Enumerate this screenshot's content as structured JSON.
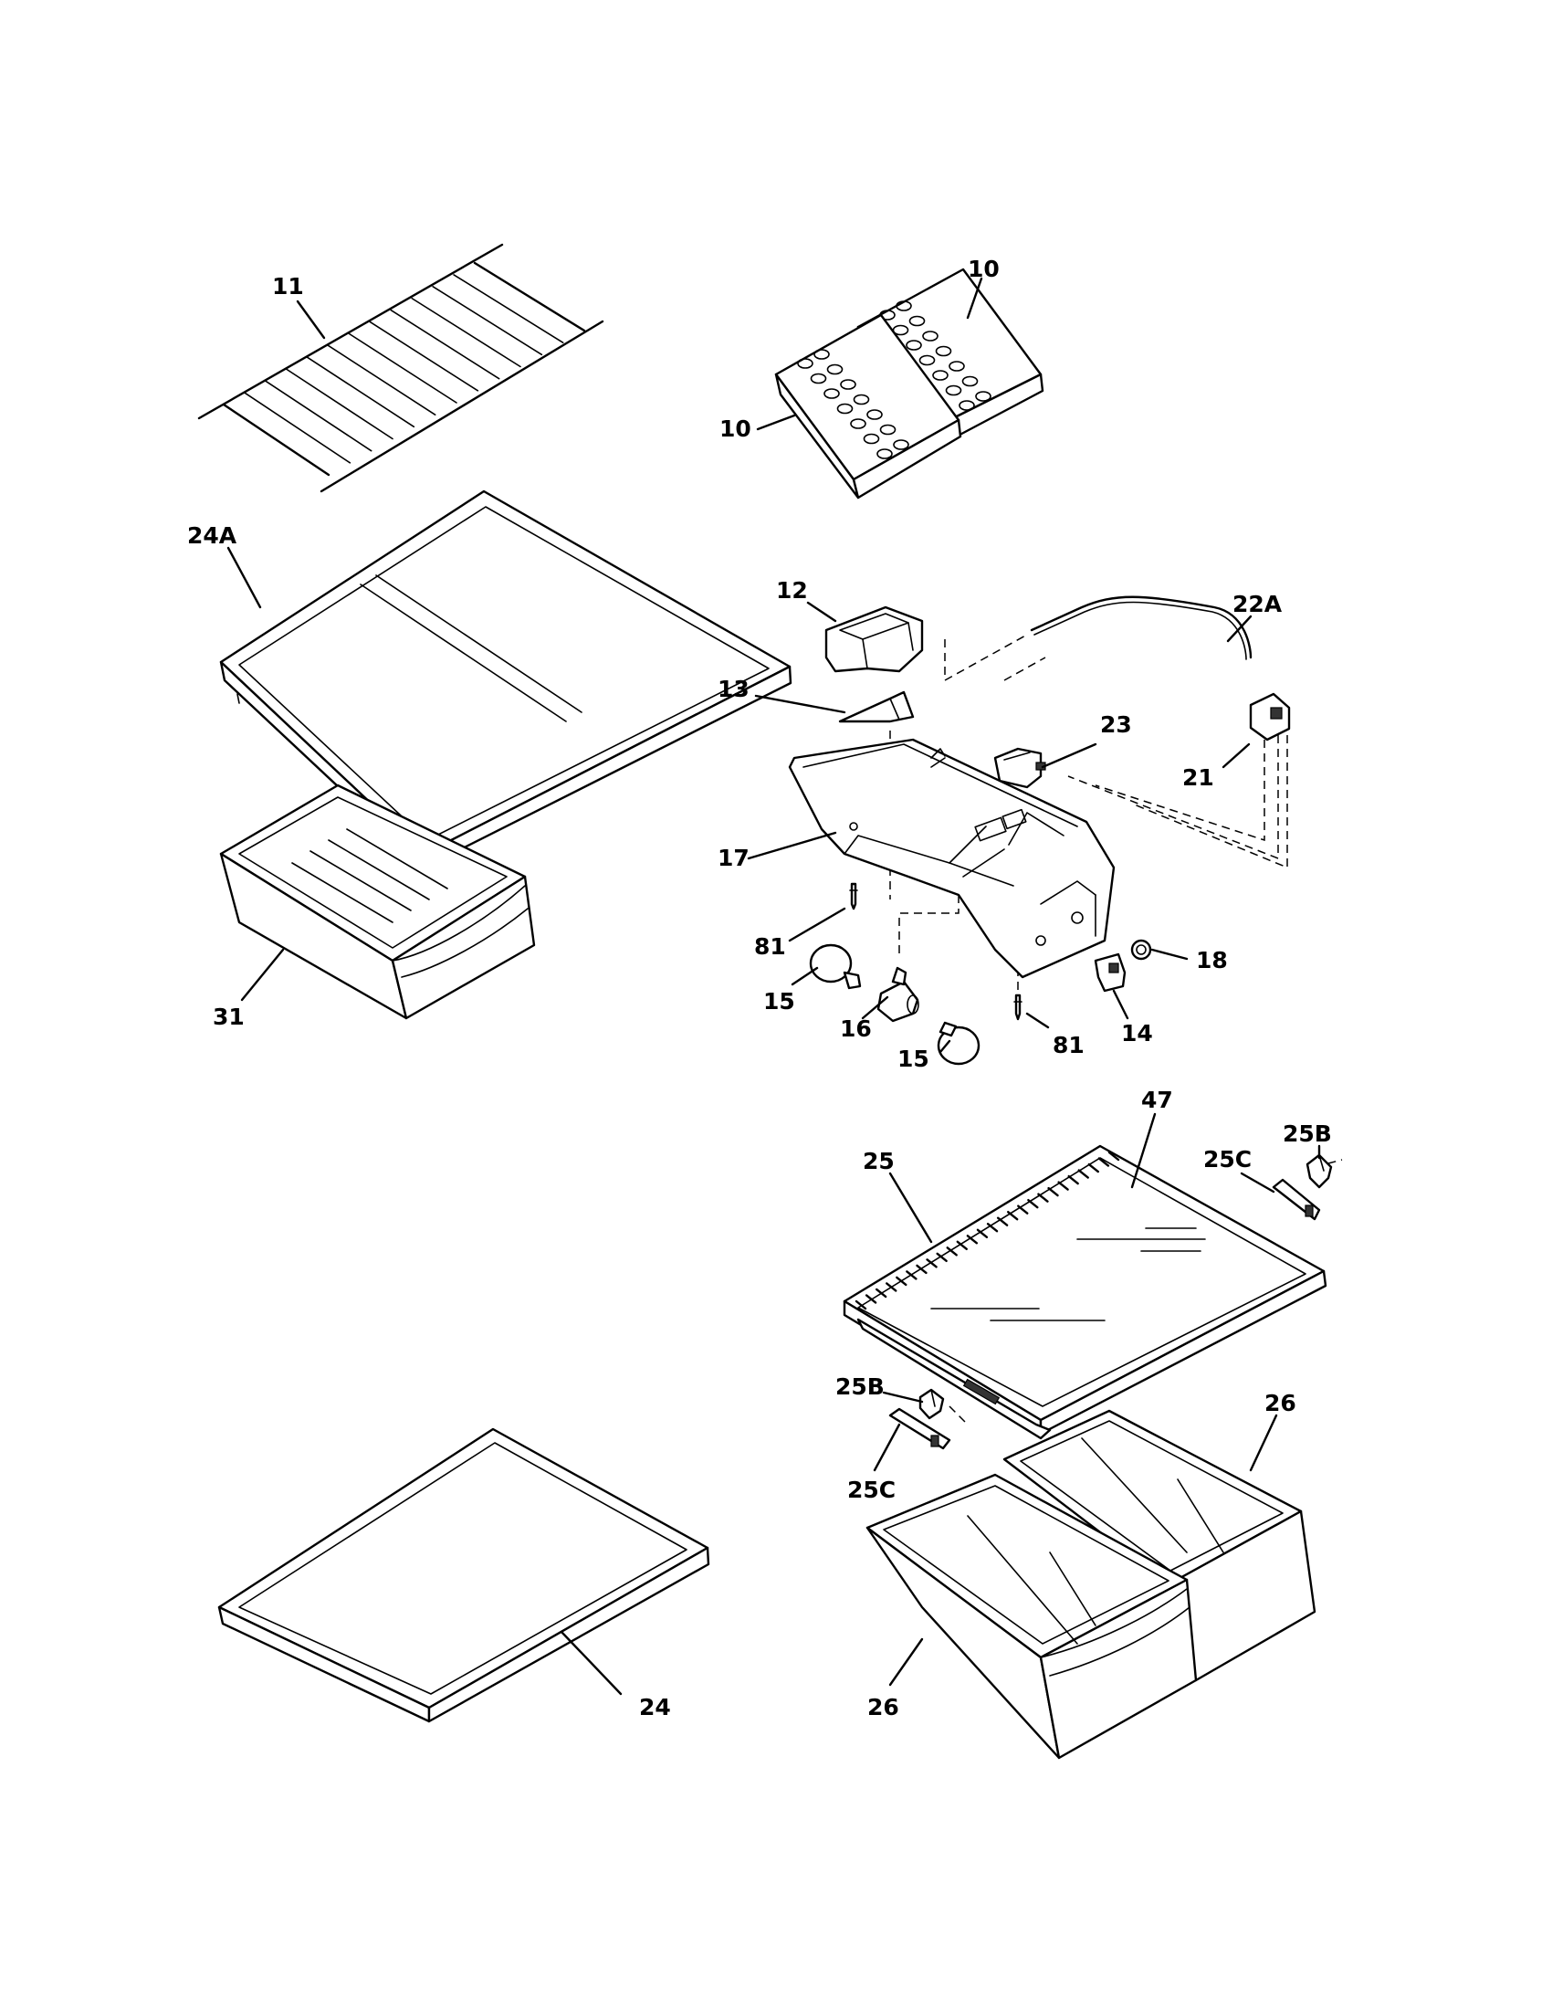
{
  "callouts": {
    "c11": "11",
    "c10a": "10",
    "c10b": "10",
    "c24A": "24A",
    "c12": "12",
    "c22A": "22A",
    "c13": "13",
    "c23": "23",
    "c21": "21",
    "c17": "17",
    "c31": "31",
    "c81a": "81",
    "c18": "18",
    "c15a": "15",
    "c16": "16",
    "c14": "14",
    "c15b": "15",
    "c81b": "81",
    "c47": "47",
    "c25B_top": "25B",
    "c25": "25",
    "c25C_top": "25C",
    "c25B_bottom": "25B",
    "c26a": "26",
    "c25C_bottom": "25C",
    "c24": "24",
    "c26b": "26"
  }
}
